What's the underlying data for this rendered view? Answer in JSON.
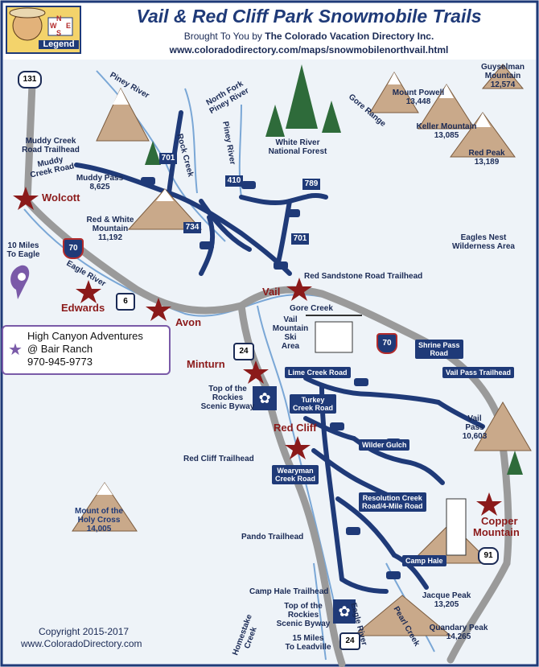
{
  "header": {
    "title": "Vail & Red Cliff Park Snowmobile Trails",
    "subtitle_prefix": "Brought To You by ",
    "subtitle_brand": "The Colorado Vacation Directory Inc.",
    "url": "www.coloradodirectory.com/maps/snowmobilenorthvail.html",
    "legend_label": "Legend",
    "compass": {
      "n": "N",
      "s": "S",
      "e": "E",
      "w": "W"
    }
  },
  "towns": {
    "wolcott": "Wolcott",
    "edwards": "Edwards",
    "avon": "Avon",
    "vail": "Vail",
    "minturn": "Minturn",
    "red_cliff": "Red Cliff",
    "copper_line1": "Copper",
    "copper_line2": "Mountain"
  },
  "peaks": {
    "guyselman": {
      "name1": "Guyselman",
      "name2": "Mountain",
      "elev": "12,574"
    },
    "powell": {
      "name": "Mount Powell",
      "elev": "13,448"
    },
    "keller": {
      "name": "Keller Mountain",
      "elev": "13,085"
    },
    "red_peak": {
      "name": "Red Peak",
      "elev": "13,189"
    },
    "red_white": {
      "name": "Red & White",
      "name2": "Mountain",
      "elev": "11,192"
    },
    "muddy_pass": {
      "name": "Muddy Pass",
      "elev": "8,625"
    },
    "vail_pass": {
      "name": "Vail",
      "name2": "Pass",
      "elev": "10,603"
    },
    "holy_cross": {
      "name1": "Mount of the",
      "name2": "Holy Cross",
      "elev": "14,005"
    },
    "jacque": {
      "name": "Jacque Peak",
      "elev": "13,205"
    },
    "quandary": {
      "name": "Quandary Peak",
      "elev": "14,265"
    }
  },
  "labels": {
    "piney_river": "Piney River",
    "north_fork1": "North Fork",
    "north_fork2": "Piney River",
    "gore_range": "Gore Range",
    "white_river1": "White River",
    "white_river2": "National Forest",
    "rock_creek": "Rock Creek",
    "piney_river2": "Piney River",
    "muddy_creek_th1": "Muddy Creek",
    "muddy_creek_th2": "Road Trailhead",
    "muddy_creek_road1": "Muddy",
    "muddy_creek_road2": "Creek Road",
    "eagles_nest1": "Eagles Nest",
    "eagles_nest2": "Wilderness Area",
    "ten_miles1": "10 Miles",
    "ten_miles2": "To Eagle",
    "eagle_river": "Eagle River",
    "red_sandstone": "Red Sandstone Road Trailhead",
    "gore_creek": "Gore Creek",
    "vail_ski1": "Vail",
    "vail_ski2": "Mountain",
    "vail_ski3": "Ski",
    "vail_ski4": "Area",
    "byway1_l1": "Top of the",
    "byway1_l2": "Rockies",
    "byway1_l3": "Scenic Byway",
    "red_cliff_th": "Red Cliff Trailhead",
    "pando_th": "Pando Trailhead",
    "camp_hale_th": "Camp Hale Trailhead",
    "byway2_l1": "Top of the",
    "byway2_l2": "Rockies",
    "byway2_l3": "Scenic Byway",
    "leadville1": "15 Miles",
    "leadville2": "To Leadville",
    "homestake1": "Homestake",
    "homestake2": "Creek",
    "eagle_river2": "Eagle River",
    "pearl_creek": "Pearl Creek",
    "copyright": "Copyright  2015-2017",
    "copyright_url": "www.ColoradoDirectory.com"
  },
  "tags": {
    "lime_creek": "Lime Creek Road",
    "turkey_creek1": "Turkey",
    "turkey_creek2": "Creek Road",
    "wilder_gulch": "Wilder Gulch",
    "wearyman1": "Wearyman",
    "wearyman2": "Creek Road",
    "resolution1": "Resolution Creek",
    "resolution2": "Road/4-Mile Road",
    "camp_hale": "Camp Hale",
    "shrine_pass1": "Shrine Pass",
    "shrine_pass2": "Road",
    "vail_pass_th": "Vail Pass Trailhead"
  },
  "shields": {
    "h131": "131",
    "r701a": "701",
    "r410": "410",
    "r789": "789",
    "r734": "734",
    "r701b": "701",
    "i70a": "70",
    "i70b": "70",
    "h6": "6",
    "h24a": "24",
    "h24b": "24",
    "h91": "91"
  },
  "business": {
    "line1": "High Canyon Adventures",
    "line2": "@ Bair Ranch",
    "phone": "970-945-9773"
  },
  "colors": {
    "title_blue": "#1f3a78",
    "trail_blue": "#1f3a78",
    "road_gray": "#8c8c8c",
    "star_red": "#8b1a1a",
    "purple": "#7a5aa8",
    "map_bg": "#eef3f8"
  }
}
